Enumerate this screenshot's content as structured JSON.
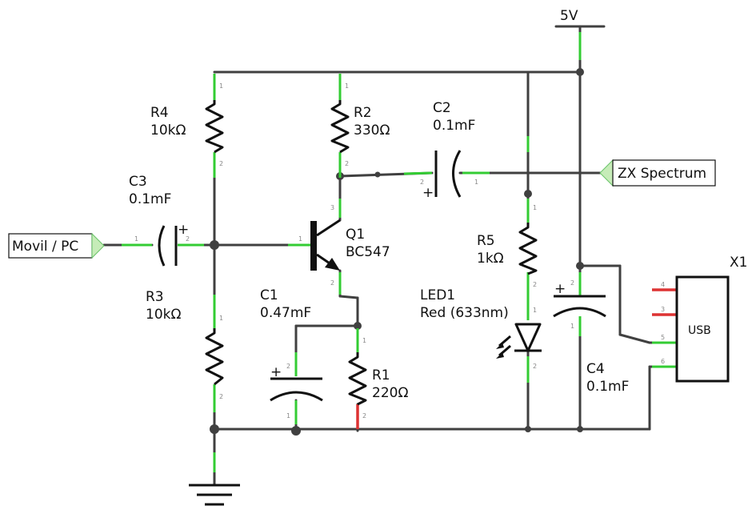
{
  "power": {
    "label": "5V"
  },
  "connectors": {
    "input": "Movil / PC",
    "output": "ZX Spectrum"
  },
  "components": {
    "r4": {
      "name": "R4",
      "value": "10kΩ"
    },
    "r2": {
      "name": "R2",
      "value": "330Ω"
    },
    "c2": {
      "name": "C2",
      "value": "0.1mF"
    },
    "c3": {
      "name": "C3",
      "value": "0.1mF"
    },
    "r3": {
      "name": "R3",
      "value": "10kΩ"
    },
    "q1": {
      "name": "Q1",
      "value": "BC547"
    },
    "r5": {
      "name": "R5",
      "value": "1kΩ"
    },
    "led1": {
      "name": "LED1",
      "value": "Red (633nm)"
    },
    "c1": {
      "name": "C1",
      "value": "0.47mF"
    },
    "r1": {
      "name": "R1",
      "value": "220Ω"
    },
    "c4": {
      "name": "C4",
      "value": "0.1mF"
    },
    "x1": {
      "name": "X1",
      "value": "USB"
    }
  },
  "pin_numbers": {
    "one": "1",
    "two": "2",
    "three": "3",
    "four": "4",
    "five": "5",
    "six": "6",
    "plus": "+"
  },
  "colors": {
    "wire": "#404040",
    "pin_connected": "#33cc33",
    "pin_unconnected": "#dd3333",
    "connector_tag": "#c6ecb8"
  }
}
